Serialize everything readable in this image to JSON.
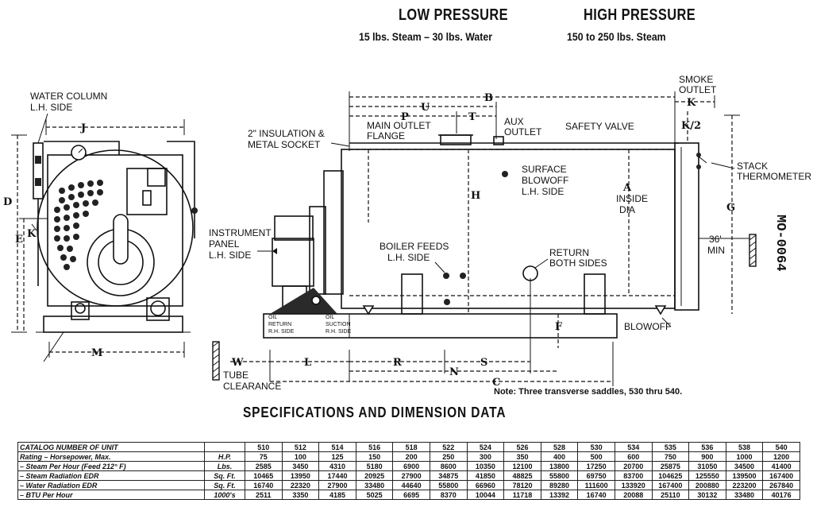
{
  "header": {
    "low_title": "LOW PRESSURE",
    "low_sub": "15 lbs. Steam – 30 lbs. Water",
    "high_title": "HIGH PRESSURE",
    "high_sub": "150 to 250 lbs. Steam"
  },
  "doc_id": "MO-0064",
  "labels": {
    "water_column": [
      "WATER COLUMN",
      "L.H. SIDE"
    ],
    "insulation": [
      "2\" INSULATION &",
      "METAL SOCKET"
    ],
    "main_outlet": [
      "MAIN OUTLET",
      "FLANGE"
    ],
    "aux_outlet": [
      "AUX",
      "OUTLET"
    ],
    "safety_valve": "SAFETY VALVE",
    "smoke_outlet": [
      "SMOKE",
      "OUTLET"
    ],
    "stack_thermometer": [
      "STACK",
      "THERMOMETER"
    ],
    "surface_blowoff": [
      "SURFACE",
      "BLOWOFF",
      "L.H. SIDE"
    ],
    "inside_dia": [
      "INSIDE",
      "DIA"
    ],
    "instrument_panel": [
      "INSTRUMENT",
      "PANEL",
      "L.H. SIDE"
    ],
    "boiler_feeds": [
      "BOILER FEEDS",
      "L.H. SIDE"
    ],
    "return_both": [
      "RETURN",
      "BOTH SIDES"
    ],
    "clearance_36": [
      "36'",
      "MIN"
    ],
    "oil_return": [
      "OIL",
      "RETURN",
      "R.H. SIDE"
    ],
    "oil_suction": [
      "OIL",
      "SUCTION",
      "R.H. SIDE"
    ],
    "blowoff": "BLOWOFF",
    "tube_clearance": [
      "TUBE",
      "CLEARANCE"
    ]
  },
  "dims": {
    "J": "J",
    "D": "D",
    "E": "E",
    "K": "K",
    "M": "M",
    "U": "U",
    "B": "B",
    "P": "P",
    "T": "T",
    "K2": "K/2",
    "H": "H",
    "A": "A",
    "G": "G",
    "F": "F",
    "W": "W",
    "L": "L",
    "R": "R",
    "S": "S",
    "N": "N",
    "C": "C"
  },
  "note": "Note: Three transverse saddles, 530 thru 540.",
  "spec_title": "SPECIFICATIONS AND DIMENSION DATA",
  "table": {
    "header_label": "CATALOG NUMBER OF UNIT",
    "units": [
      "510",
      "512",
      "514",
      "516",
      "518",
      "522",
      "524",
      "526",
      "528",
      "530",
      "534",
      "535",
      "536",
      "538",
      "540"
    ],
    "rows": [
      {
        "desc": "Rating – Horsepower, Max.",
        "unit": "H.P.",
        "values": [
          "75",
          "100",
          "125",
          "150",
          "200",
          "250",
          "300",
          "350",
          "400",
          "500",
          "600",
          "750",
          "900",
          "1000",
          "1200"
        ]
      },
      {
        "desc": "– Steam Per Hour (Feed 212° F)",
        "unit": "Lbs.",
        "values": [
          "2585",
          "3450",
          "4310",
          "5180",
          "6900",
          "8600",
          "10350",
          "12100",
          "13800",
          "17250",
          "20700",
          "25875",
          "31050",
          "34500",
          "41400"
        ]
      },
      {
        "desc": "– Steam Radiation EDR",
        "unit": "Sq. Ft.",
        "values": [
          "10465",
          "13950",
          "17440",
          "20925",
          "27900",
          "34875",
          "41850",
          "48825",
          "55800",
          "69750",
          "83700",
          "104625",
          "125550",
          "139500",
          "167400"
        ]
      },
      {
        "desc": "– Water Radiation EDR",
        "unit": "Sq. Ft.",
        "values": [
          "16740",
          "22320",
          "27900",
          "33480",
          "44640",
          "55800",
          "66960",
          "78120",
          "89280",
          "111600",
          "133920",
          "167400",
          "200880",
          "223200",
          "267840"
        ]
      },
      {
        "desc": "– BTU Per Hour",
        "unit": "1000's",
        "values": [
          "2511",
          "3350",
          "4185",
          "5025",
          "6695",
          "8370",
          "10044",
          "11718",
          "13392",
          "16740",
          "20088",
          "25110",
          "30132",
          "33480",
          "40176"
        ]
      }
    ]
  }
}
